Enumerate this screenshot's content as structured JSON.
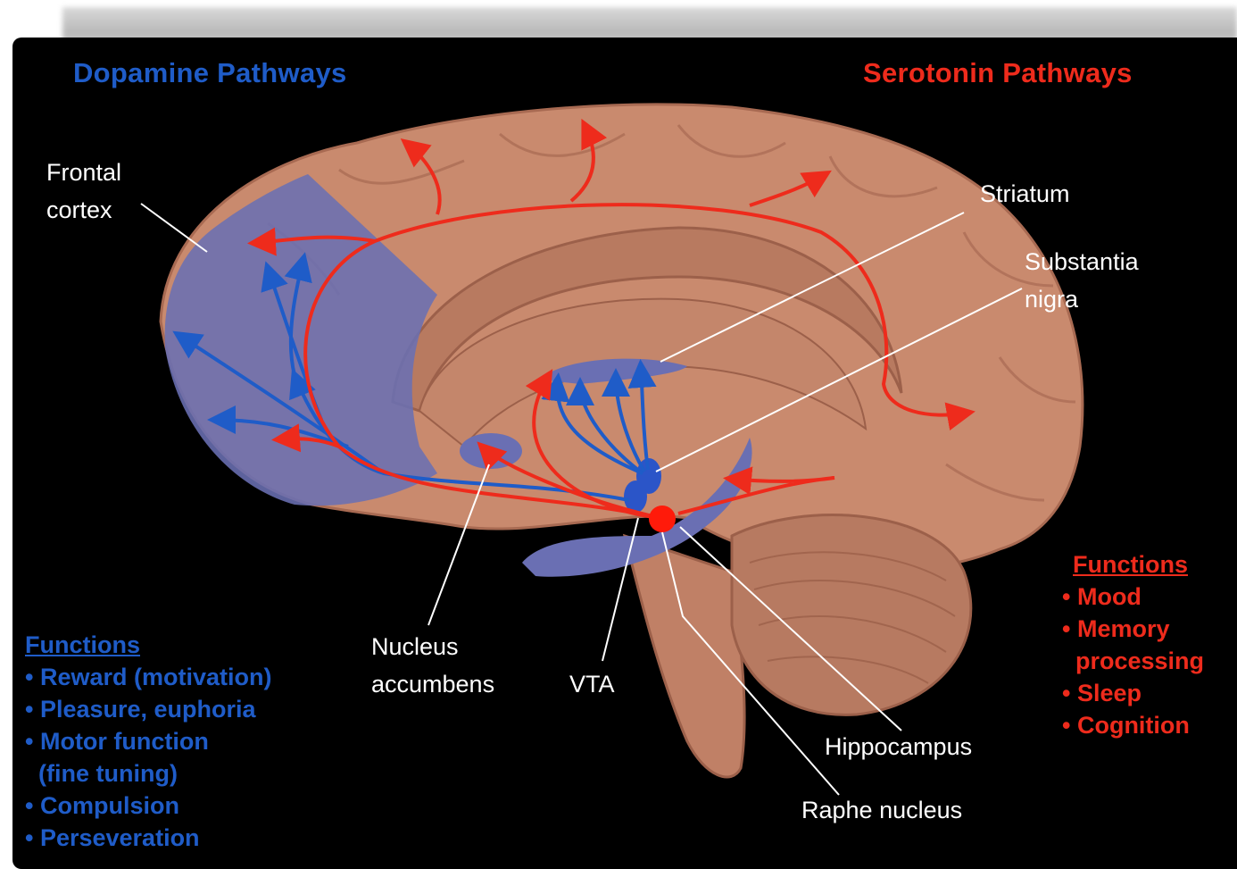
{
  "titles": {
    "dopamine": "Dopamine Pathways",
    "serotonin": "Serotonin Pathways"
  },
  "labels": {
    "frontal_cortex": "Frontal\ncortex",
    "striatum": "Striatum",
    "substantia_nigra": "Substantia\nnigra",
    "nucleus_accumbens": "Nucleus\naccumbens",
    "vta": "VTA",
    "hippocampus": "Hippocampus",
    "raphe_nucleus": "Raphe nucleus"
  },
  "dopamine_functions": {
    "heading": "Functions",
    "items": [
      "• Reward (motivation)",
      "• Pleasure, euphoria",
      "• Motor function",
      "  (fine tuning)",
      "• Compulsion",
      "• Perseveration"
    ]
  },
  "serotonin_functions": {
    "heading": "Functions",
    "items": [
      "• Mood",
      "• Memory",
      "  processing",
      "• Sleep",
      "• Cognition"
    ]
  },
  "colors": {
    "dopamine": "#1f5cc8",
    "serotonin": "#ee2b1c",
    "brain": "#c98a6e",
    "region_overlay": "#6a6fb3"
  }
}
